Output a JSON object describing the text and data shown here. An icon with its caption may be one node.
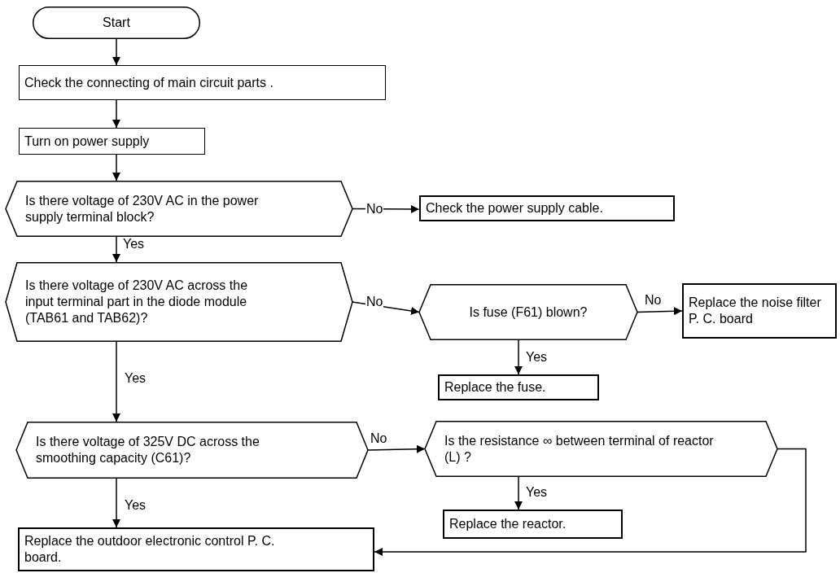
{
  "diagram": {
    "nodes": [
      {
        "text": [
          "Start"
        ]
      },
      {
        "text": [
          "Check the connecting of main circuit parts ."
        ]
      },
      {
        "text": [
          "Turn on power supply"
        ]
      },
      {
        "text": [
          "Is there voltage of 230V AC in the power supply terminal block?"
        ]
      },
      {
        "text": [
          "Check the power supply cable."
        ]
      },
      {
        "text": [
          "Is there voltage of 230V AC across the input terminal part in the diode module (TAB61 and TAB62)?"
        ]
      },
      {
        "text": [
          "Is fuse (F61) blown?"
        ]
      },
      {
        "text": [
          "Replace the noise filter P. C. board"
        ]
      },
      {
        "text": [
          "Replace the fuse."
        ]
      },
      {
        "text": [
          "Is there voltage of 325V DC across the smoothing capacity (C61)?"
        ]
      },
      {
        "text": [
          "Is the resistance ∞ between terminal of reactor (L) ?"
        ]
      },
      {
        "text": [
          "Replace the reactor."
        ]
      },
      {
        "text": [
          "Replace the outdoor electronic control P. C. board."
        ]
      }
    ],
    "edges": [
      {
        "from": 0,
        "to": 1,
        "arrow": "to"
      },
      {
        "from": 1,
        "to": 2,
        "arrow": "to"
      },
      {
        "from": 2,
        "to": 3,
        "arrow": "to"
      },
      {
        "from": 3,
        "to": 4,
        "arrow": "to",
        "label": "No"
      },
      {
        "from": 3,
        "to": 5,
        "arrow": "to",
        "label": "Yes"
      },
      {
        "from": 5,
        "to": 6,
        "arrow": "to",
        "label": "No"
      },
      {
        "from": 5,
        "to": 9,
        "arrow": "to",
        "label": "Yes"
      },
      {
        "from": 6,
        "to": 7,
        "arrow": "to",
        "label": "No"
      },
      {
        "from": 6,
        "to": 8,
        "arrow": "to",
        "label": "Yes"
      },
      {
        "from": 9,
        "to": 10,
        "arrow": "to",
        "label": "No"
      },
      {
        "from": 9,
        "to": 12,
        "arrow": "to",
        "label": "Yes"
      },
      {
        "from": 10,
        "to": 11,
        "arrow": "to",
        "label": "Yes"
      },
      {
        "from": 10,
        "to": 12,
        "arrow": "to"
      }
    ]
  }
}
